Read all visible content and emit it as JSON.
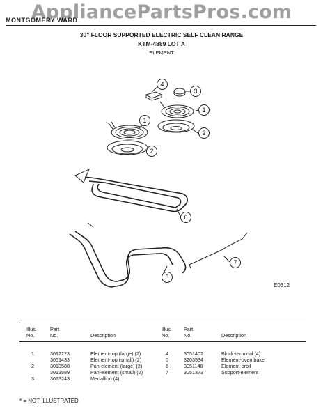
{
  "watermark": "AppliancePartsPros.com",
  "brand": "MONTGOMERY WARD",
  "header": {
    "line1": "30\" FLOOR SUPPORTED ELECTRIC SELF CLEAN RANGE",
    "line2": "KTM-4889 LOT A",
    "line3": "ELEMENT"
  },
  "diagram_code": "E0312",
  "callouts": [
    "1",
    "1",
    "2",
    "2",
    "3",
    "4",
    "5",
    "6",
    "7"
  ],
  "table": {
    "headers": {
      "illus_left": "Illus.\nNo.",
      "part_left": "Part\nNo.",
      "desc_left": "Description",
      "illus_right": "Illus.\nNo.",
      "part_right": "Part\nNo.",
      "desc_right": "Description"
    },
    "left_rows": [
      {
        "no": "1",
        "part": "3012223",
        "desc": "Element-top (large) (2)"
      },
      {
        "no": "",
        "part": "3051433",
        "desc": "Element-top (small) (2)"
      },
      {
        "no": "2",
        "part": "3013588",
        "desc": "Pan-element (large) (2)"
      },
      {
        "no": "",
        "part": "3013589",
        "desc": "Pan-element (small) (2)"
      },
      {
        "no": "3",
        "part": "3013243",
        "desc": "Medallion (4)"
      }
    ],
    "right_rows": [
      {
        "no": "4",
        "part": "3051402",
        "desc": "Block-terminal (4)"
      },
      {
        "no": "5",
        "part": "3203534",
        "desc": "Element-oven bake"
      },
      {
        "no": "6",
        "part": "3051140",
        "desc": "Element-broil"
      },
      {
        "no": "7",
        "part": "3051373",
        "desc": "Support-element"
      }
    ]
  },
  "footnote": "* = NOT ILLUSTRATED"
}
